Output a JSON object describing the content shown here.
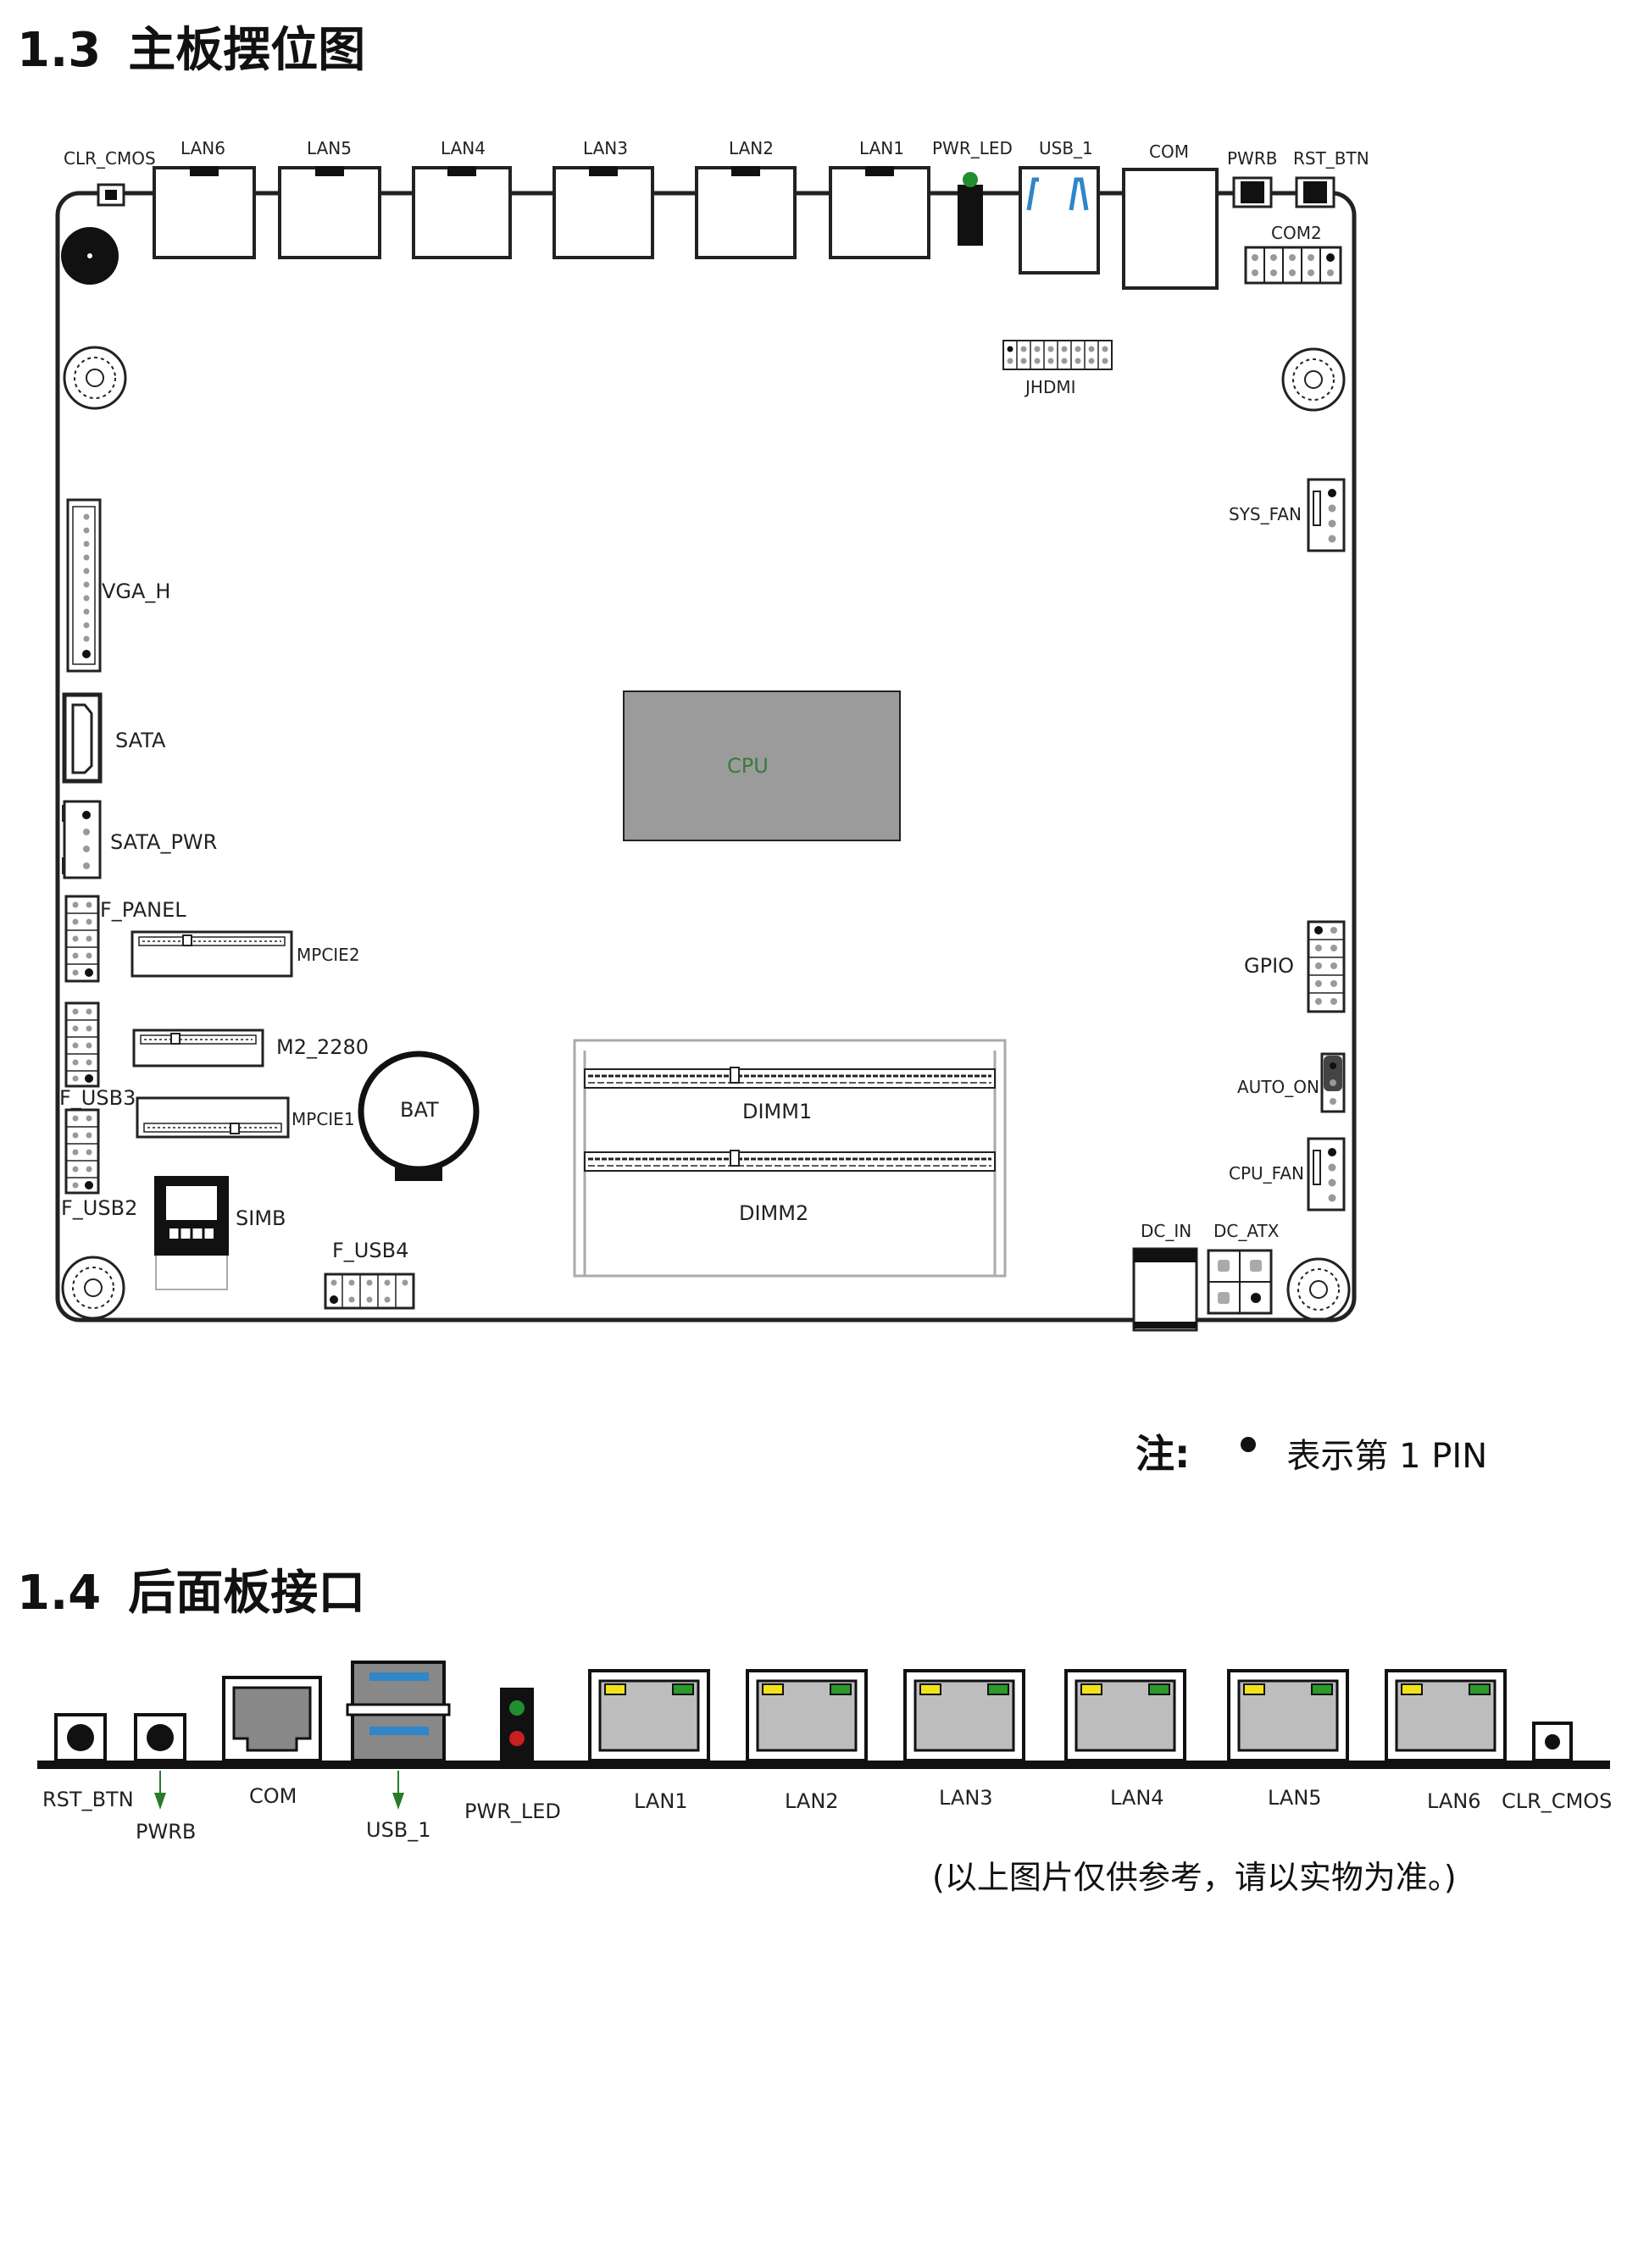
{
  "section1": {
    "number": "1.3",
    "title": "主板摆位图",
    "labels": {
      "clr_cmos": "CLR_CMOS",
      "lan6": "LAN6",
      "lan5": "LAN5",
      "lan4": "LAN4",
      "lan3": "LAN3",
      "lan2": "LAN2",
      "lan1": "LAN1",
      "pwr_led": "PWR_LED",
      "usb_1": "USB_1",
      "com": "COM",
      "pwrb": "PWRB",
      "rst_btn": "RST_BTN",
      "com2": "COM2",
      "jhdmi": "JHDMI",
      "sys_fan": "SYS_FAN",
      "vga_h": "VGA_H",
      "sata": "SATA",
      "sata_pwr": "SATA_PWR",
      "cpu": "CPU",
      "f_panel": "F_PANEL",
      "mpcie2": "MPCIE2",
      "gpio": "GPIO",
      "m2_2280": "M2_2280",
      "bat": "BAT",
      "dimm1": "DIMM1",
      "auto_on": "AUTO_ON",
      "f_usb3": "F_USB3",
      "mpcie1": "MPCIE1",
      "cpu_fan": "CPU_FAN",
      "f_usb2": "F_USB2",
      "simb": "SIMB",
      "dimm2": "DIMM2",
      "dc_in": "DC_IN",
      "dc_atx": "DC_ATX",
      "f_usb4": "F_USB4"
    }
  },
  "note": {
    "label": "注:",
    "text": "表示第 1 PIN"
  },
  "section2": {
    "number": "1.4",
    "title": "后面板接口",
    "labels": {
      "rst_btn": "RST_BTN",
      "pwrb": "PWRB",
      "com": "COM",
      "usb_1": "USB_1",
      "pwr_led": "PWR_LED",
      "lan1": "LAN1",
      "lan2": "LAN2",
      "lan3": "LAN3",
      "lan4": "LAN4",
      "lan5": "LAN5",
      "lan6": "LAN6",
      "clr_cmos": "CLR_CMOS"
    }
  },
  "disclaimer": "(以上图片仅供参考，请以实物为准。)",
  "colors": {
    "board_outline": "#222222",
    "cpu_fill": "#9b9b9b",
    "cpu_text": "#3a7a3a",
    "usb_blue": "#2f86c9",
    "led_green": "#1f8f2f",
    "led_red": "#c8201f",
    "lan_led_yellow": "#f2e21a",
    "lan_led_green": "#2a9a2a",
    "port_gray": "#bdbdbd"
  }
}
